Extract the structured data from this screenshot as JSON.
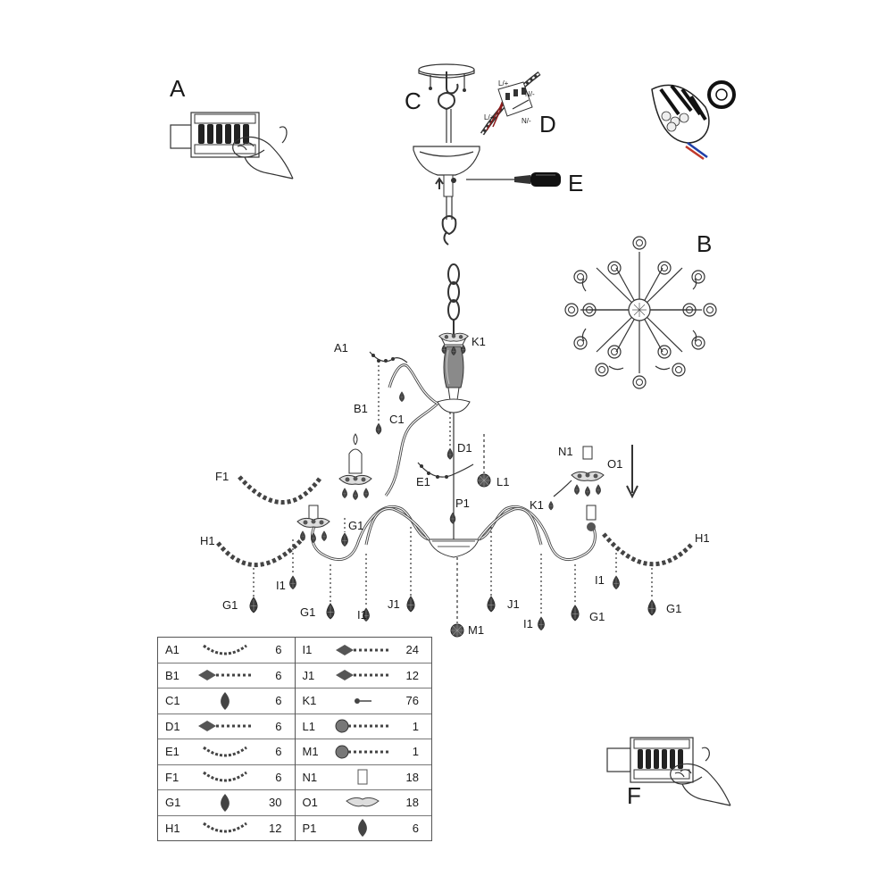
{
  "steps": {
    "A": "A",
    "B": "B",
    "C": "C",
    "D": "D",
    "E": "E",
    "F": "F"
  },
  "wiring": {
    "l1": "L/+",
    "n1": "N/-",
    "l2": "L/+",
    "n2": "N/-"
  },
  "callouts": {
    "A1": "A1",
    "B1": "B1",
    "C1": "C1",
    "D1": "D1",
    "E1": "E1",
    "F1": "F1",
    "G1": "G1",
    "H1": "H1",
    "I1": "I1",
    "J1": "J1",
    "K1": "K1",
    "L1": "L1",
    "M1": "M1",
    "N1": "N1",
    "O1": "O1",
    "P1": "P1"
  },
  "parts": {
    "left": [
      {
        "code": "A1",
        "qty": "6",
        "icon": "v-chain-icon"
      },
      {
        "code": "B1",
        "qty": "6",
        "icon": "drop-chain-icon"
      },
      {
        "code": "C1",
        "qty": "6",
        "icon": "drop-icon"
      },
      {
        "code": "D1",
        "qty": "6",
        "icon": "drop-chain-icon"
      },
      {
        "code": "E1",
        "qty": "6",
        "icon": "v-chain-icon"
      },
      {
        "code": "F1",
        "qty": "6",
        "icon": "v-chain-icon"
      },
      {
        "code": "G1",
        "qty": "30",
        "icon": "drop-icon"
      },
      {
        "code": "H1",
        "qty": "12",
        "icon": "v-chain-icon"
      }
    ],
    "right": [
      {
        "code": "I1",
        "qty": "24",
        "icon": "drop-chain-icon"
      },
      {
        "code": "J1",
        "qty": "12",
        "icon": "drop-chain-icon"
      },
      {
        "code": "K1",
        "qty": "76",
        "icon": "bead-icon"
      },
      {
        "code": "L1",
        "qty": "1",
        "icon": "ball-chain-icon"
      },
      {
        "code": "M1",
        "qty": "1",
        "icon": "ball-chain-icon"
      },
      {
        "code": "N1",
        "qty": "18",
        "icon": "sleeve-icon"
      },
      {
        "code": "O1",
        "qty": "18",
        "icon": "bobeche-icon"
      },
      {
        "code": "P1",
        "qty": "6",
        "icon": "drop-icon"
      }
    ]
  }
}
